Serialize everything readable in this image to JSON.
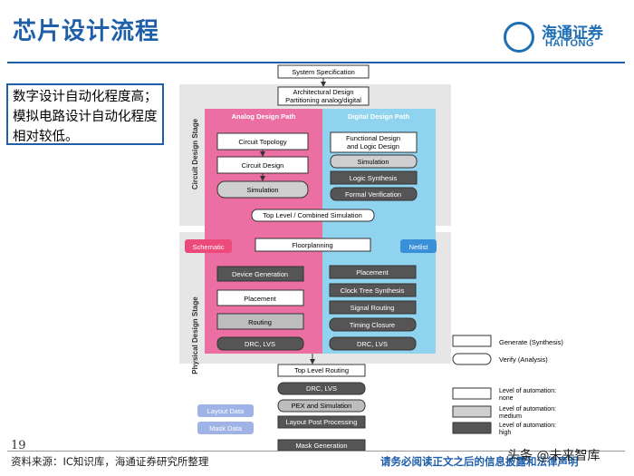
{
  "header": {
    "title": "芯片设计流程",
    "logo_cn": "海通证券",
    "logo_en": "HAITONG"
  },
  "note": "数字设计自动化程度高；模拟电路设计自动化程度相对较低。",
  "footer": {
    "page_number": "19",
    "source": "资料来源：IC知识库，海通证券研究所整理",
    "disclaimer": "请务必阅读正文之后的信息披露和法律声明",
    "watermark": "头条 @未来智库"
  },
  "diagram": {
    "stage_circuit": "Circuit Design Stage",
    "stage_physical": "Physical Design Stage",
    "path_analog": "Analog Design Path",
    "path_digital": "Digital Design Path",
    "system_spec": "System Specification",
    "arch_line1": "Architectural Design",
    "arch_line2": "Partitioning analog/digital",
    "circuit_topology": "Circuit Topology",
    "circuit_design": "Circuit Design",
    "simulation_analog": "Simulation",
    "func_line1": "Functional Design",
    "func_line2": "and Logic Design",
    "simulation_digital": "Simulation",
    "logic_synthesis": "Logic Synthesis",
    "formal_verification": "Formal Verification",
    "top_level_sim": "Top Level / Combined Simulation",
    "schematic": "Schematic",
    "netlist": "Netlist",
    "floorplanning": "Floorplanning",
    "device_generation": "Device Generation",
    "placement_analog": "Placement",
    "routing_analog": "Routing",
    "drc_lvs_analog": "DRC, LVS",
    "placement_digital": "Placement",
    "clock_tree": "Clock Tree Synthesis",
    "signal_routing": "Signal Routing",
    "timing_closure": "Timing Closure",
    "drc_lvs_digital": "DRC, LVS",
    "top_level_routing": "Top Level Routing",
    "drc_lvs_top": "DRC, LVS",
    "pex_sim": "PEX and Simulation",
    "layout_post": "Layout Post Processing",
    "mask_generation": "Mask Generation",
    "layout_data": "Layout Data",
    "mask_data": "Mask Data"
  },
  "legend": {
    "generate": "Generate (Synthesis)",
    "verify": "Verify (Analysis)",
    "auto_none_1": "Level of automation:",
    "auto_none_2": "none",
    "auto_medium_1": "Level of automation:",
    "auto_medium_2": "medium",
    "auto_high_1": "Level of automation:",
    "auto_high_2": "high"
  }
}
